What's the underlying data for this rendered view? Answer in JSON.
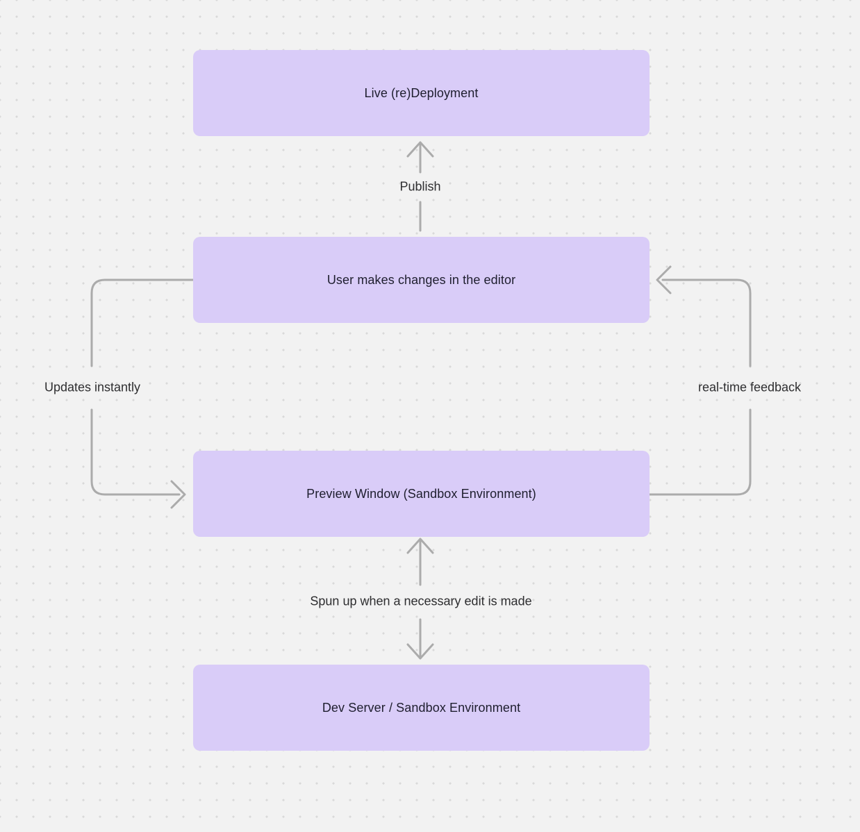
{
  "diagram": {
    "nodes": {
      "live_deployment": {
        "label": "Live (re)Deployment"
      },
      "user_changes": {
        "label": "User makes changes in the editor"
      },
      "preview_window": {
        "label": "Preview Window (Sandbox Environment)"
      },
      "dev_server": {
        "label": "Dev Server / Sandbox Environment"
      }
    },
    "edges": {
      "publish": {
        "label": "Publish"
      },
      "updates_instantly": {
        "label": "Updates instantly"
      },
      "realtime_feedback": {
        "label": "real-time feedback"
      },
      "spun_up": {
        "label": "Spun up when a necessary edit is made"
      }
    },
    "colors": {
      "background": "#f2f2f2",
      "dot": "#d9d9d9",
      "node_fill": "#d9ccf8",
      "node_text": "#1e1e2e",
      "arrow": "#ababab"
    }
  }
}
